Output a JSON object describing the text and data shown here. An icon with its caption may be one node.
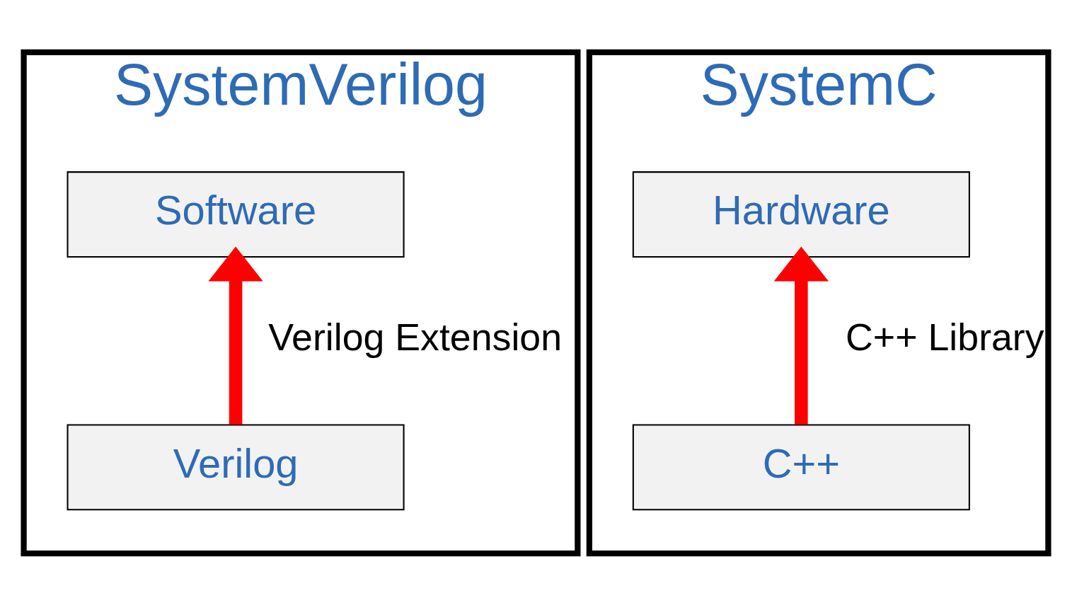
{
  "diagram": {
    "nodes": [
      {
        "text": [
          "SystemVerilog"
        ]
      },
      {
        "text": [
          "Software"
        ],
        "in": 0
      },
      {
        "text": [
          "Verilog"
        ],
        "in": 0
      },
      {
        "text": [
          "SystemC"
        ]
      },
      {
        "text": [
          "C++"
        ],
        "in": 3
      },
      {
        "text": [
          "Hardware"
        ],
        "in": 3
      }
    ],
    "edges": [
      {
        "from": 2,
        "to": 1,
        "arrow": "to",
        "label": "Verilog Extension",
        "color": "#ff0000"
      },
      {
        "from": 4,
        "to": 5,
        "arrow": "to",
        "label": "C++ Library",
        "color": "#ff0000"
      }
    ]
  }
}
